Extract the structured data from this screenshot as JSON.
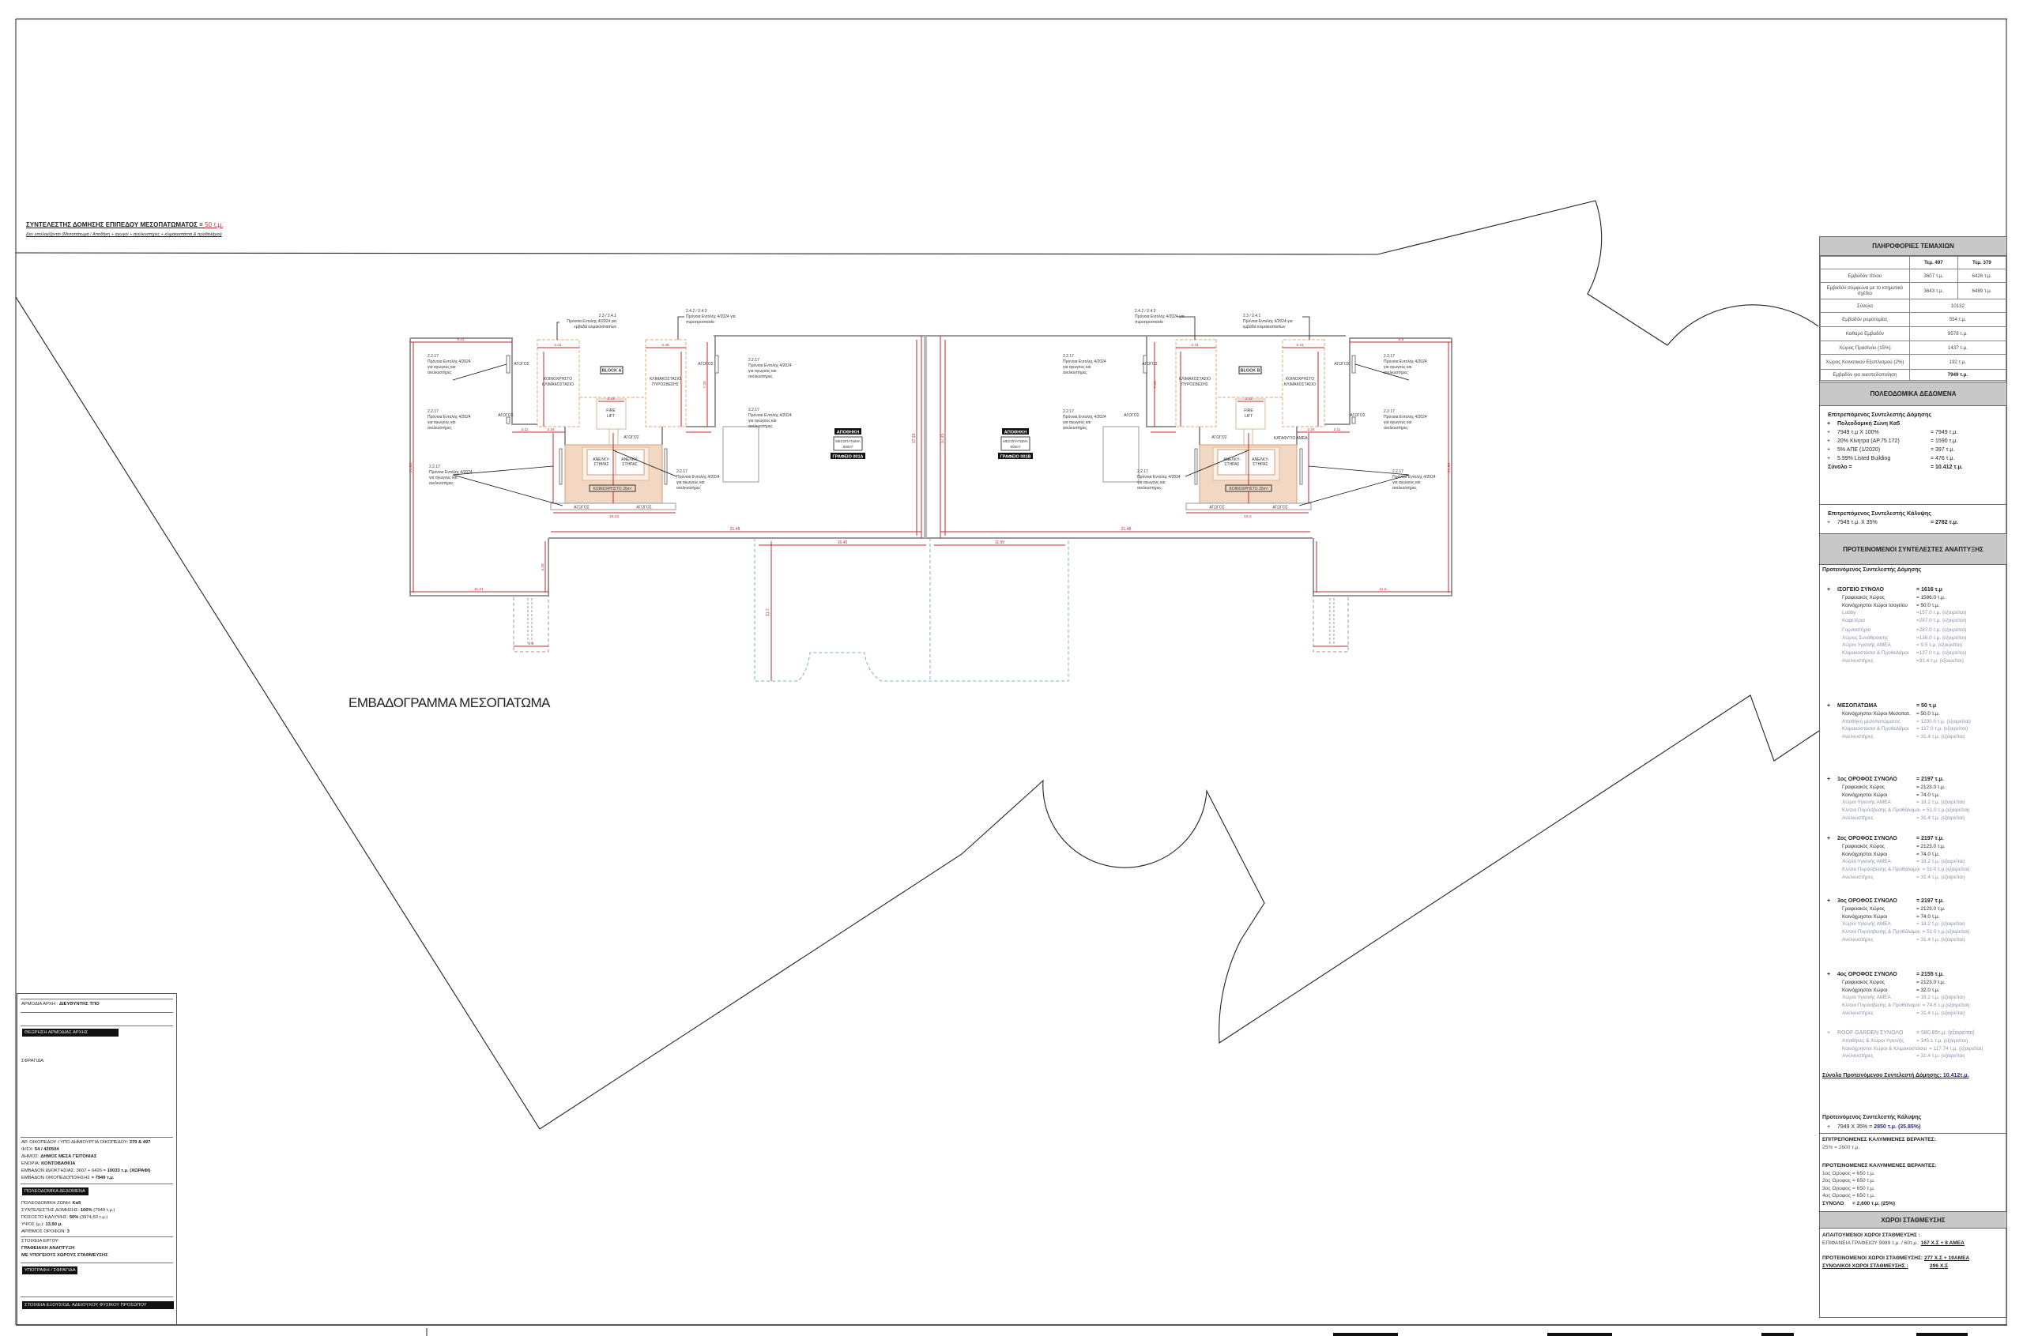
{
  "header_note": {
    "title": "ΣΥΝΤΕΛΕΣΤΗΣ ΔΟΜΗΣΗΣ ΕΠΙΠΕΔΟΥ ΜΕΣΟΠΑΤΩΜΑΤΟΣ = ",
    "value": "50 τ.μ.",
    "subtitle": "Δεν υπολογίζονται (Μεσοπάτωμα / Αποθήκη + αγωγοί + ανελκυστήρες + κλιμακοστάσια & προθαλάμοι)"
  },
  "drawing_title": "ΕΜΒΑΔΟΓΡΑΜΜΑ ΜΕΣΟΠΑΤΩΜΑ",
  "plan": {
    "block_a": "BLOCK A",
    "block_b": "BLOCK B",
    "fire": "FIRE",
    "lift": "LIFT",
    "lift_l1": "ΑΝΕΛΚΥ-",
    "lift_l2": "ΣΤΗΡΑΣ",
    "common_stair_1": "ΚΟΙΝΟΧΡΗΣΤΟ",
    "common_stair_2": "ΚΛΙΜΑΚΟΣΤΑΣΙΟ",
    "fire_stair_1": "ΚΛΙΜΑΚΟΣΤΑΣΙΟ",
    "fire_stair_2": "ΠΥΡΟΣΒΕΣΗΣ",
    "common_area": "ΚΟΙΝΟΧΡΗΣΤΟ 25m²",
    "duct": "ΑΓΩΓΟΣ",
    "refuge": "ΚΑΤΑΦΥΓΙΟ ΑΜΕΑ",
    "storage": "ΑΠΟΘΗΚΗ",
    "mezz": "ΜΕΣΟΠΑΤΩΜΑ",
    "mezz_area": "600m²",
    "office_a": "ΓΡΑΦΕΙΟ 001Α",
    "office_b": "ΓΡΑΦΕΙΟ 001Β",
    "notes": {
      "duct": [
        "2.2.17",
        "Πρόνοια Εντολής 4/2024",
        "για αγωγούς και",
        "ανελκυστήρες"
      ],
      "stairs": [
        "2.3 / 2.4.1",
        "Πρόνοια Εντολής 4/2024 για",
        "εμβαδά κλιμακοστασίων"
      ],
      "fire": [
        "2.4.2 / 2.4.3",
        "Πρόνοια Εντολής 4/2024 για",
        "πυροπροστασία"
      ]
    },
    "dims": {
      "d1": "8.21",
      "d2": "2.41",
      "d3": "2.46",
      "d4": "2.43",
      "d5": "2.11",
      "d6": "2.24",
      "d7": "10.23",
      "d8": "21.83",
      "d9": "21.48",
      "d10": "16.45",
      "d11": "11.50",
      "d12": "11.21",
      "d13": "4.25",
      "d14": "2.8",
      "d15": "11.7",
      "d16": "17.15",
      "d17": "6.5",
      "d18": "10.2",
      "d19": "7.25",
      "d20": "7.26",
      "d21": "11.2"
    }
  },
  "parcel_info": {
    "title": "ΠΛΗΡΟΦΟΡΙΕΣ ΤΕΜΑΧΙΩΝ",
    "col_a": "Τεμ. 497",
    "col_b": "Τεμ. 379",
    "r1": {
      "label": "Εμβαδόν τίτλου",
      "a": "3607 τ.μ.",
      "b": "6426 τ.μ."
    },
    "r2": {
      "label": "Εμβαδόν σύμφωνα με το κτηματικό σχέδιο",
      "a": "3643 τ.μ.",
      "b": "6489 τ.μ."
    },
    "r3": {
      "label": "Σύνολο",
      "v": "10132"
    },
    "r4": {
      "label": "Εμβαδόν ρυμοτομίας",
      "v": "554 τ.μ."
    },
    "r5": {
      "label": "Καθαρό Εμβαδόν",
      "v": "9578 τ.μ."
    },
    "r6": {
      "label": "Χώρος Πρασίνου (15%)",
      "v": "1437 τ.μ."
    },
    "r7": {
      "label": "Χώρος Κοινοτικού Εξοπλισμού (2%)",
      "v": "192 τ.μ."
    },
    "r8": {
      "label": "Εμβαδόν για οικοπεδοποίηση",
      "v": "7949 τ.μ."
    }
  },
  "zoning": {
    "title": "ΠΟΛΕΟΔΟΜΙΚΑ ΔΕΔΟΜΕΝΑ",
    "build_title": "Επιτρεπόμενος Συντελεστής Δόμησης",
    "zone": "Πολεοδομική Ζώνη Κα5",
    "rows": [
      {
        "l": "7949 τ.μ Χ 100%",
        "v": "= 7949 τ.μ."
      },
      {
        "l": "20% Κίνητρα  (ΑΡ.75.172)",
        "v": "= 1590 τ.μ."
      },
      {
        "l": "5% ΑΠΕ (1/2020)",
        "v": "= 397 τ.μ."
      },
      {
        "l": "5.99% Listed Building",
        "v": "= 476 τ.μ."
      }
    ],
    "total_l": "Σύνολο =",
    "total_v": "= 10.412 τ.μ.",
    "cover_title": "Επιτρεπόμενος Συντελεστής Κάλυψης",
    "cover_l": "7949 τ.μ. Χ 35%",
    "cover_v": "= 2782 τ.μ."
  },
  "proposed": {
    "title": "ΠΡΟΤΕΙΝΟΜΕΝΟΙ ΣΥΝΤΕΛΕΣΤΕΣ ΑΝΑΠΤΥΞΗΣ",
    "subtitle": "Προτεινόμενος Συντελεστής Δόμησης",
    "groups": [
      {
        "title": "ΙΣΟΓΕΙΟ ΣΥΝΟΛΟ",
        "value": "= 1616 τ.μ",
        "items": [
          {
            "l": "Γραφειακός Χώρος",
            "v": "= 1586.0 τ.μ."
          },
          {
            "l": "Κοινόχρηστοι Χώροι Ισογείου",
            "v": "= 50.0 τ.μ."
          },
          {
            "l": "Lobby",
            "v": "=157.0 τ.μ. (εξαιρείται)",
            "m": true
          },
          {
            "l": "Καφετέρια",
            "v": "=287.0 τ.μ. (εξαιρείται)",
            "m": true
          },
          {
            "l": "Γυμναστήριο",
            "v": "=287.0 τ.μ. (εξαιρείται)",
            "m": true
          },
          {
            "l": "Χώρος Συνάθροισης",
            "v": "=136.0 τ.μ. (εξαιρείται)",
            "m": true
          },
          {
            "l": "Χώροι Υγιεινής ΑΜΕΑ",
            "v": "= 9.5 τ.μ. (εξαιρείται)",
            "m": true
          },
          {
            "l": "Κλιμακοστάσια & Προθαλάμοι",
            "v": "=137.0 τ.μ. (εξαιρείται)",
            "m": true
          },
          {
            "l": "Ανελκυστήρες",
            "v": "=31.4 τ.μ. (εξαιρείται)",
            "m": true
          }
        ]
      },
      {
        "title": "ΜΕΣΟΠΑΤΩΜΑ",
        "value": "= 50 τ.μ",
        "items": [
          {
            "l": "Κοινόχρηστοι Χώροι Μεσοπατ.",
            "v": "= 50.0 τ.μ."
          },
          {
            "l": "Αποθήκη μεσοπατώματος",
            "v": "= 1200.0 τ.μ. (εξαιρείται)",
            "m": true
          },
          {
            "l": "Κλιμακοστάσια & Προθαλάμοι",
            "v": "= 137.0 τ.μ. (εξαιρείται)",
            "m": true
          },
          {
            "l": "Ανελκυστήρες",
            "v": "= 31.4 τ.μ. (εξαιρείται)",
            "m": true
          }
        ]
      },
      {
        "title": "1ος ΟΡΟΦΟΣ ΣΥΝΟΛΟ",
        "value": "= 2197 τ.μ.",
        "items": [
          {
            "l": "Γραφειακός Χώρος",
            "v": "= 2123.0 τ.μ."
          },
          {
            "l": "Κοινόχρηστοι Χώροι",
            "v": "= 74.0 τ.μ."
          },
          {
            "l": "Χώροι Υγιεινής ΑΜΕΑ",
            "v": "= 18.2 τ.μ. (εξαιρείται)",
            "m": true
          },
          {
            "l": "Κλ/σιο Πυρόσβεσης & Προθάλαμοι",
            "v": "= 51.0 τ.μ.(εξαιρείται)",
            "m": true
          },
          {
            "l": "Ανελκυστήρες",
            "v": "= 31.4 τ.μ. (εξαιρείται)",
            "m": true
          }
        ]
      },
      {
        "title": "2ος ΟΡΟΦΟΣ ΣΥΝΟΛΟ",
        "value": "= 2197 τ.μ.",
        "items": [
          {
            "l": "Γραφειακός Χώρος",
            "v": "= 2123.0 τ.μ."
          },
          {
            "l": "Κοινόχρηστοι Χώροι",
            "v": "= 74.0 τ.μ."
          },
          {
            "l": "Χώροι Υγιεινής ΑΜΕΑ",
            "v": "= 18.2 τ.μ. (εξαιρείται)",
            "m": true
          },
          {
            "l": "Κλ/σιο Πυρόσβεσης & Προθάλαμοι",
            "v": "= 51.0 τ.μ.(εξαιρείται)",
            "m": true
          },
          {
            "l": "Ανελκυστήρες",
            "v": "= 31.4 τ.μ. (εξαιρείται)",
            "m": true
          }
        ]
      },
      {
        "title": "3ος ΟΡΟΦΟΣ ΣΥΝΟΛΟ",
        "value": "= 2197 τ.μ.",
        "items": [
          {
            "l": "Γραφειακός Χώρος",
            "v": "= 2123.0 τ.μ."
          },
          {
            "l": "Κοινόχρηστοι Χώροι",
            "v": "= 74.0 τ.μ."
          },
          {
            "l": "Χώροι Υγιεινής ΑΜΕΑ",
            "v": "= 18.2 τ.μ. (εξαιρείται)",
            "m": true
          },
          {
            "l": "Κλ/σιο Πυρόσβεσης & Προθάλαμοι",
            "v": "= 51.0 τ.μ.(εξαιρείται)",
            "m": true
          },
          {
            "l": "Ανελκυστήρες",
            "v": "= 31.4 τ.μ. (εξαιρείται)",
            "m": true
          }
        ]
      },
      {
        "title": "4ος ΟΡΟΦΟΣ ΣΥΝΟΛΟ",
        "value": "= 2155 τ.μ.",
        "items": [
          {
            "l": "Γραφειακός Χώρος",
            "v": "= 2123.0 τ.μ."
          },
          {
            "l": "Κοινόχρηστοι Χώροι",
            "v": "= 32.0 τ.μ."
          },
          {
            "l": "Χώροι Υγιεινής ΑΜΕΑ",
            "v": "= 18.2 τ.μ. (εξαιρείται)",
            "m": true
          },
          {
            "l": "Κλ/σιο Πυρόσβεσης & Προθάλαμοι",
            "v": "= 74.6 τ.μ.(εξαιρείται)",
            "m": true
          },
          {
            "l": "Ανελκυστήρες",
            "v": "= 31.4 τ.μ. (εξαιρείται)",
            "m": true
          }
        ]
      },
      {
        "title": "ROOF GARDEN  ΣΥΝΟΛΟ",
        "value": "= 580.85τ.μ. (εξαιρείται)",
        "muted": true,
        "items": [
          {
            "l": "Αποθήκες & Χώροι Υγιεινής",
            "v": "= 145.1 τ.μ. (εξαιρείται)",
            "m": true
          },
          {
            "l": "Κοινόχρηστοι Χώροι & Κλιμακοστάσια",
            "v": "= 117.74 τ.μ. (εξαιρείται)",
            "m": true
          },
          {
            "l": "Ανελκυστήρες",
            "v": "= 31.4 τ.μ. (εξαιρείται)",
            "m": true
          }
        ]
      }
    ],
    "total_label": "Σύνολο Προτεινόμενου Συντελεστή Δόμησης: ",
    "total_value": "10.412τ.μ.",
    "cover_title": "Προτεινόμενος Συντελεστής Κάλυψης",
    "cover_calc": "7949 Χ 35% = ",
    "cover_value": "2850 τ.μ. (35.85%)"
  },
  "verandas": {
    "allowed_title": "ΕΠΙΤΡΕΠΟΜΕΝΕΣ ΚΑΛΥΜΜΕΝΕΣ ΒΕΡΑΝΤΕΣ:",
    "allowed_value": "25% = 2600 τ.μ.",
    "proposed_title": "ΠΡΟΤΕΙΝΟΜΕΝΕΣ ΚΑΛΥΜΜΕΝΕΣ ΒΕΡΑΝΤΕΣ:",
    "rows": [
      {
        "l": "1ος Οροφος",
        "v": "= 650 τ.μ."
      },
      {
        "l": "2ος Οροφος",
        "v": "= 650 τ.μ."
      },
      {
        "l": "3ος Οροφος",
        "v": "= 650 τ.μ."
      },
      {
        "l": "4ος Οροφος",
        "v": "= 650 τ.μ."
      }
    ],
    "total_l": "ΣΥΝΟΛΟ",
    "total_v": "= 2,600 τ.μ. (25%)"
  },
  "parking": {
    "title": "ΧΩΡΟΙ ΣΤΑΘΜΕΥΣΗΣ",
    "req_title": "ΑΠΑΙΤΟΥΜΕΝΟΙ ΧΩΡΟΙ ΣΤΑΘΜΕΥΣΗΣ :",
    "req_calc": "ΕΠΙΦΑΝΕΙΑ ΓΡΑΦΕΙΟΥ  9989 τ.μ. / 60τ.μ.: ",
    "req_value": "167 Χ.Σ + 8 ΑΜΕΑ",
    "prop_label": "ΠΡΟΤΕΙΝΟΜΕΝΟΙ ΧΩΡΟΙ ΣΤΑΘΜΕΥΣΗΣ: ",
    "prop_value": "277 Χ.Σ + 19ΑΜΕΑ",
    "total_label": "ΣΥΝΟΛΙΚΟΙ ΧΩΡΟΙ ΣΤΑΘΜΕΥΣΗΣ :",
    "total_value": "296 Χ.Σ"
  },
  "title_block": {
    "authority_l": "ΑΡΜΟΔΙΑ ΑΡΧΗ : ",
    "authority_v": "ΔΙΕΥΘΥΝΤΗΣ ΤΠΟ",
    "approval": "ΘΕΩΡΗΣΗ ΑΡΜΟΔΙΑΣ ΑΡΧΗΣ",
    "stamp": "ΣΦΡΑΓΙΔΑ:",
    "plot_l": "ΑΡ. ΟΙΚΟΠΕΔΟΥ / ΥΠΟ ΔΗΜΙΟΥΡΓΙΑ ΟΙΚΟΠΕΔΟΥ: ",
    "plot_v": "379 & 497",
    "sheet_l": "Φ/ΣΧ: ",
    "sheet_v": "54 / 420504",
    "muni_l": "ΔΗΜΟΣ: ",
    "muni_v": "ΔΗΜΟΣ ΜΕΣΑ ΓΕΙΤΟΝΙΑΣ",
    "parish_l": "ΕΝΟΡΙΑ: ",
    "parish_v": "ΚΟΝΤΟΒΑΘΚΙΑ",
    "owned_l": "ΕΜΒΑΔΟΝ ΙΔΙΟΚΤΗΣΙΑΣ: 3607 + 6426 = ",
    "owned_v": "10033 τ.μ. (ΧΩΡΑΦΙ)",
    "plotting_l": "ΕΜΒΑΔΟΝ ΟΙΚΟΠΕΔΟΠΟΙΗΣΗΣ ",
    "plotting_v": "= 7949 τ.μ.",
    "zoning_title": "ΠΟΛΕΟΔΟΜΙΚΑ ΔΕΔΟΜΕΝΑ",
    "zone_l": "ΠΟΛΕΟΔΟΜΙΚΗ ΖΩΝΗ: ",
    "zone_v": "Κα5",
    "far_l": "ΣΥΝΤΕΛΕΣΤΗΣ ΔΟΜΗΣΗΣ: ",
    "far_v": "100%",
    "far_x": " (7949 τ.μ.)",
    "cov_l": "ΠΟΣΟΣΤΟ ΚΑΛΥΨΗΣ: ",
    "cov_v": "50%",
    "cov_x": " (3974,50 τ.μ.)",
    "height_l": "ΥΨΟΣ (μ.): ",
    "height_v": "13,50 μ.",
    "floors_l": "ΑΡΙΘΜΟΣ ΟΡΟΦΩΝ: ",
    "floors_v": "3",
    "project_l": "ΣΤΟΙΧΕΙΑ ΕΡΓΟΥ:",
    "project_1": "ΓΡΑΦΕΙΑΚΗ ΑΝΑΠΤΥΞΗ",
    "project_2": "ΜΕ ΥΠΟΓΕΙΟΥΣ ΧΩΡΟΥΣ ΣΤΑΘΜΕΥΣΗΣ",
    "signature": "ΥΠΟΓΡΑΦΗ / ΣΦΡΑΓΙΔΑ",
    "owner": "ΣΤΟΙΧΕΙΑ ΕΞΟΥΣΙΟΔ. ΑΔΕΙΟΥΧΟΥ ΦΥΣΙΚΟΥ ΠΡΟΣΩΠΟΥ"
  }
}
